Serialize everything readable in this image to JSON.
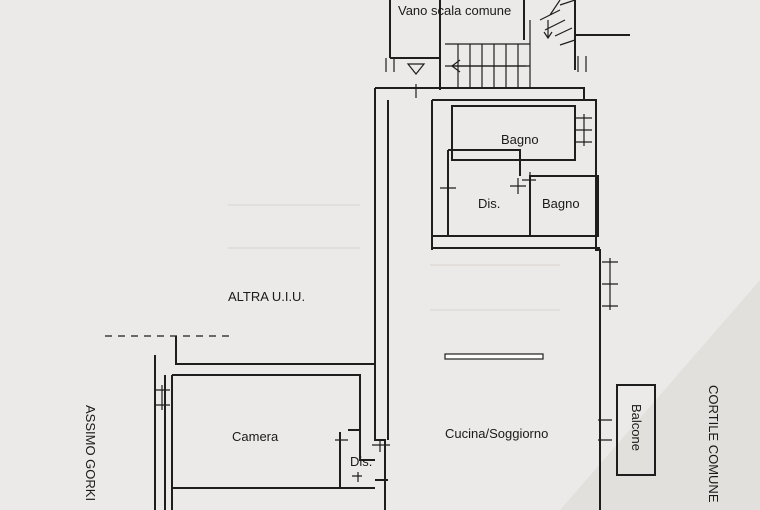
{
  "plan": {
    "labels": {
      "stair": "Vano scala comune",
      "bath_upper": "Bagno",
      "hall_upper": "Dis.",
      "bath_lower": "Bagno",
      "other_unit": "ALTRA U.I.U.",
      "bedroom": "Camera",
      "hall_lower": "Dis.",
      "kitchen_living": "Cucina/Soggiorno",
      "balcony": "Balcone",
      "courtyard": "CORTILE COMUNE",
      "street": "ASSIMO GORKI"
    }
  }
}
